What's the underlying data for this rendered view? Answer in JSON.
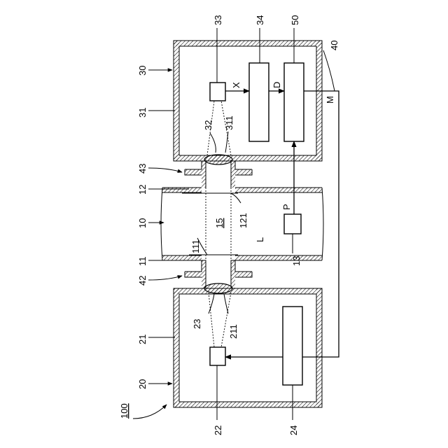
{
  "diagram": {
    "labels": {
      "ref_100": "100",
      "ref_10": "10",
      "ref_11": "11",
      "ref_12": "12",
      "ref_13": "13",
      "ref_15": "15",
      "ref_111": "111",
      "ref_121": "121",
      "ref_20": "20",
      "ref_21": "21",
      "ref_22": "22",
      "ref_23": "23",
      "ref_24": "24",
      "ref_211": "211",
      "ref_30": "30",
      "ref_31": "31",
      "ref_32": "32",
      "ref_33": "33",
      "ref_34": "34",
      "ref_311": "311",
      "ref_40": "40",
      "ref_42": "42",
      "ref_43": "43",
      "ref_50": "50",
      "sig_X": "X",
      "sig_D": "D",
      "sig_M": "M",
      "sig_P": "P",
      "axis_L": "L"
    },
    "colors": {
      "line": "#000000",
      "hatch": "#000000",
      "background": "#ffffff"
    }
  }
}
